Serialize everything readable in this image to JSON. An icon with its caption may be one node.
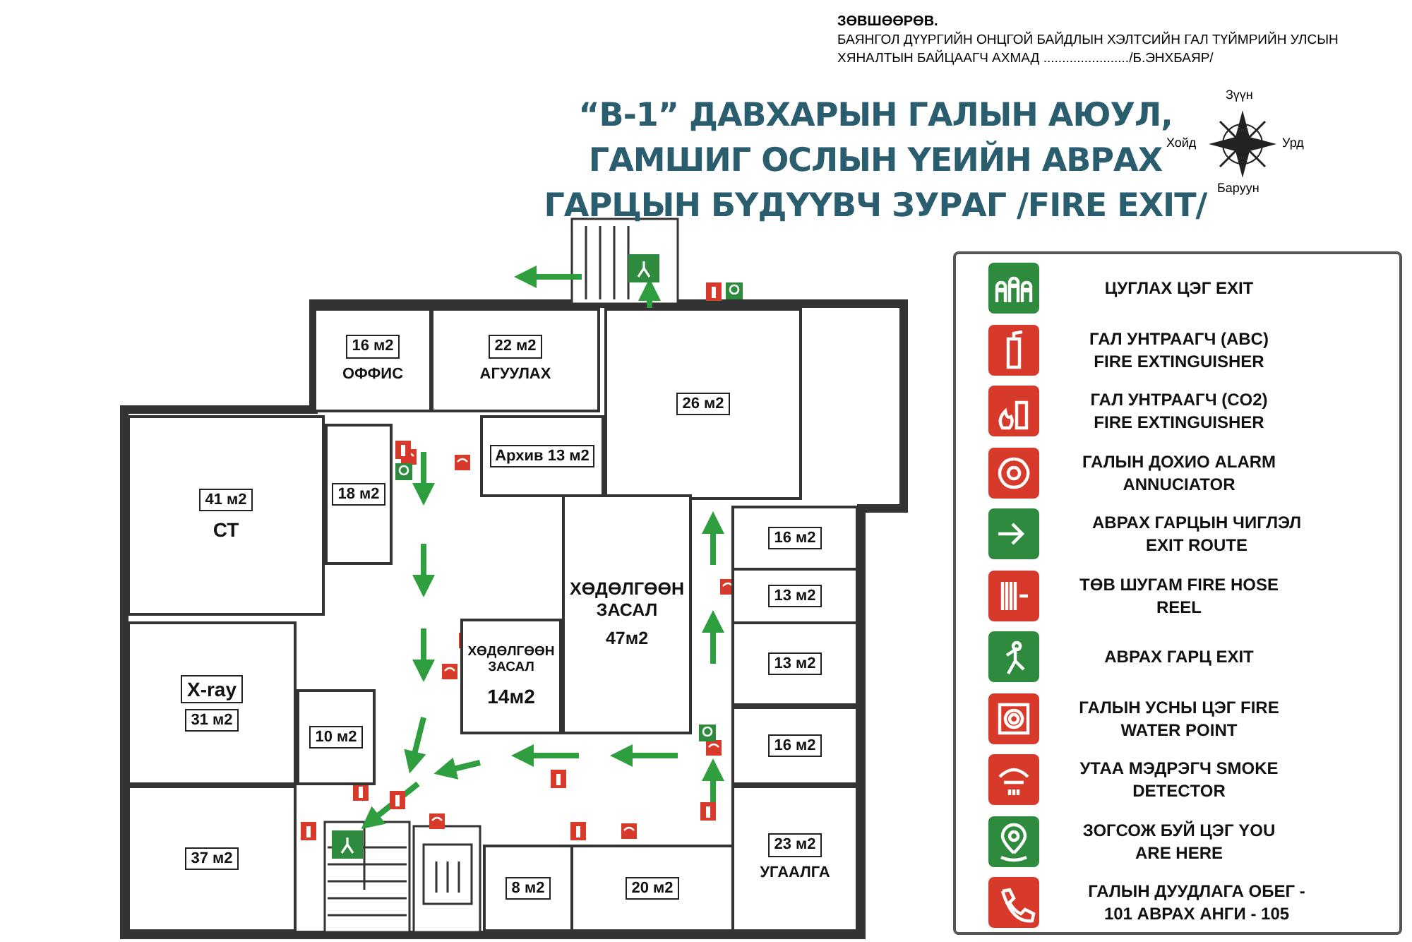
{
  "diagram": {
    "title": "“В-1” ДАВХАРЫН ГАЛЫН АЮУЛ, ГАМШИГ ОСЛЫН ҮЕИЙН АВРАХ ГАРЦЫН БҮДҮҮВЧ ЗУРАГ /FIRE EXIT/",
    "nodes": [
      {
        "text": [
          "16 м2",
          "ОФФИС"
        ]
      },
      {
        "text": [
          "22 м2",
          "АГУУЛАХ"
        ]
      },
      {
        "text": [
          "Архив 13 м2"
        ]
      },
      {
        "text": [
          "26 м2"
        ]
      },
      {
        "text": [
          "41 м2",
          "СТ"
        ]
      },
      {
        "text": [
          "18 м2"
        ]
      },
      {
        "text": [
          "ХӨДӨЛГӨӨН ЗАСАЛ",
          "47м2"
        ]
      },
      {
        "text": [
          "16 м2"
        ]
      },
      {
        "text": [
          "13 м2"
        ]
      },
      {
        "text": [
          "ХӨДӨЛГӨӨН ЗАСАЛ",
          "14м2"
        ]
      },
      {
        "text": [
          "13 м2"
        ]
      },
      {
        "text": [
          "X-ray",
          "31 м2"
        ]
      },
      {
        "text": [
          "10 м2"
        ]
      },
      {
        "text": [
          "16 м2"
        ]
      },
      {
        "text": [
          "37 м2"
        ]
      },
      {
        "text": [
          "8 м2"
        ]
      },
      {
        "text": [
          "20 м2"
        ]
      },
      {
        "text": [
          "23 м2",
          "УГААЛГА"
        ]
      }
    ],
    "edges": [],
    "labels": [
      "ЗӨВШӨӨРӨВ.",
      "БАЯНГОЛ ДҮҮРГИЙН ОНЦГОЙ БАЙДЛЫН ХЭЛТСИЙН ГАЛ ТҮЙМРИЙН УЛСЫН ХЯНАЛТЫН БАЙЦААГЧ АХМАД ......................./Б.ЭНХБАЯР/",
      "Зүүн",
      "Хойд",
      "Урд",
      "Баруун"
    ],
    "legend": [
      {
        "text": "ЦУГЛАХ ЦЭГ EXIT"
      },
      {
        "text": "ГАЛ УНТРААГЧ (ABC) FIRE EXTINGUISHER"
      },
      {
        "text": "ГАЛ УНТРААГЧ (CO2) FIRE EXTINGUISHER"
      },
      {
        "text": "ГАЛЫН ДОХИО ALARM ANNUCIATOR"
      },
      {
        "text": "АВРАХ ГАРЦЫН ЧИГЛЭЛ EXIT ROUTE"
      },
      {
        "text": "ТӨВ ШУГАМ FIRE HOSE REEL"
      },
      {
        "text": "АВРАХ ГАРЦ EXIT"
      },
      {
        "text": "ГАЛЫН УСНЫ ЦЭГ FIRE WATER POINT"
      },
      {
        "text": "УТАА МЭДРЭГЧ SMOKE DETECTOR"
      },
      {
        "text": "ЗОГСОЖ БУЙ ЦЭГ YOU ARE HERE"
      },
      {
        "text": "ГАЛЫН ДУУДЛАГА ОБЕГ - 101 АВРАХ АНГИ - 105"
      }
    ]
  }
}
